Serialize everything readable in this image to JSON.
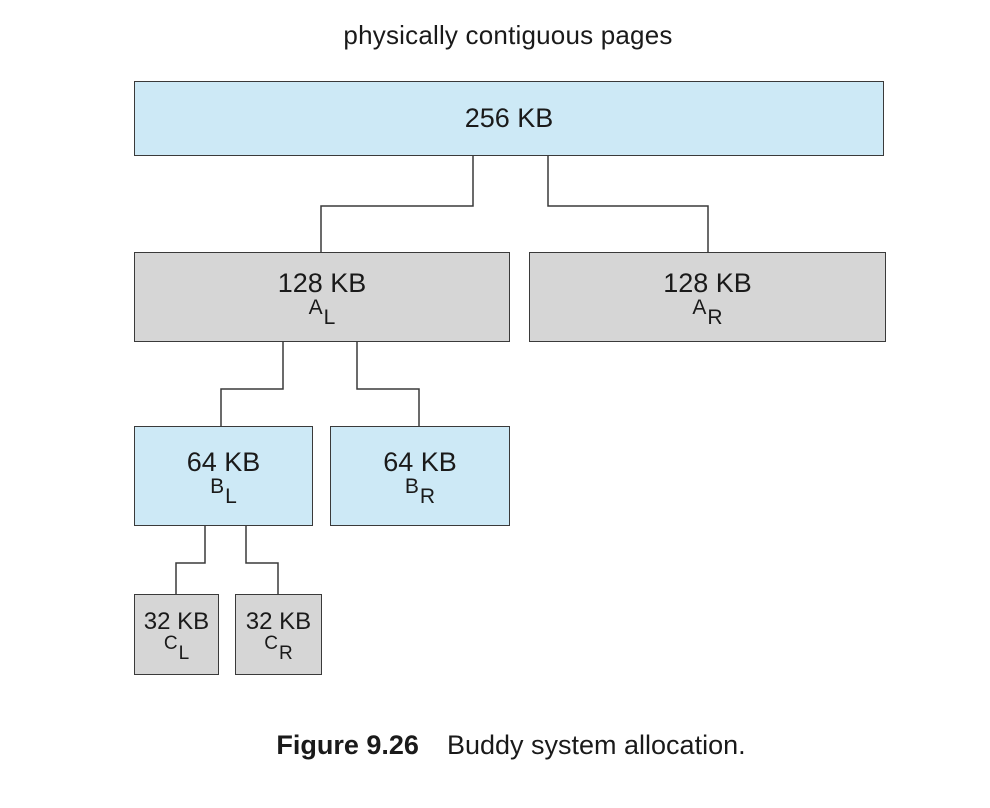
{
  "title": "physically contiguous pages",
  "root": {
    "size": "256 KB"
  },
  "level1": {
    "left": {
      "size": "128 KB",
      "letter": "A",
      "side": "L"
    },
    "right": {
      "size": "128 KB",
      "letter": "A",
      "side": "R"
    }
  },
  "level2": {
    "left": {
      "size": "64 KB",
      "letter": "B",
      "side": "L"
    },
    "right": {
      "size": "64 KB",
      "letter": "B",
      "side": "R"
    }
  },
  "level3": {
    "left": {
      "size": "32 KB",
      "letter": "C",
      "side": "L"
    },
    "right": {
      "size": "32 KB",
      "letter": "C",
      "side": "R"
    }
  },
  "caption": {
    "label": "Figure 9.26",
    "text": "Buddy system allocation."
  },
  "colors": {
    "free_block": "#cde9f6",
    "split_block": "#d6d6d6",
    "border": "#3a3a3a"
  }
}
